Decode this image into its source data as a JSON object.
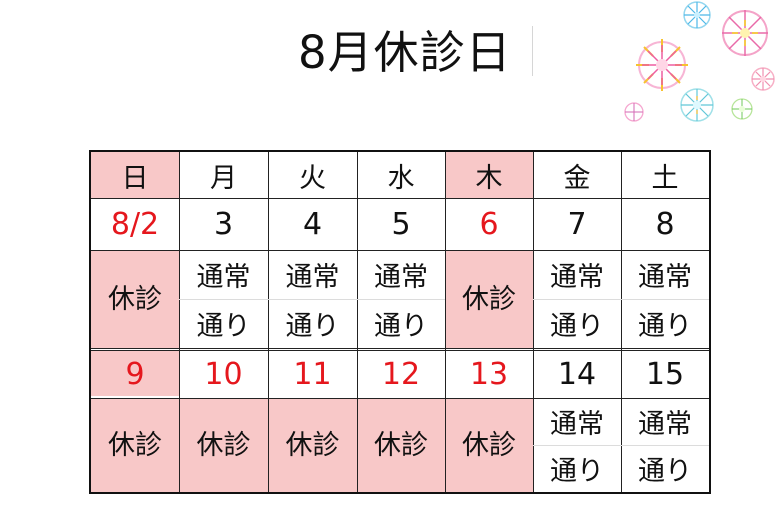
{
  "title": "8月休診日",
  "colors": {
    "holiday_bg": "#f8c8c8",
    "holiday_date": "#e5171d",
    "normal_text": "#111111"
  },
  "calendar": {
    "weekdays": [
      "日",
      "月",
      "火",
      "水",
      "木",
      "金",
      "土"
    ],
    "week1": {
      "dates": [
        "8/2",
        "3",
        "4",
        "5",
        "6",
        "7",
        "8"
      ],
      "closed_label": "休診",
      "normal_line1": "通常",
      "normal_line2": "通り"
    },
    "week2": {
      "dates": [
        "9",
        "10",
        "11",
        "12",
        "13",
        "14",
        "15"
      ],
      "closed_label": "休診",
      "normal_line1": "通常",
      "normal_line2": "通り"
    }
  },
  "decoration": {
    "icon": "fireworks-icon"
  }
}
